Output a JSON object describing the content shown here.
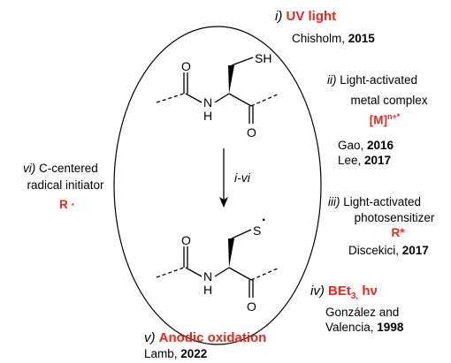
{
  "colors": {
    "highlight": "#e8261c",
    "ink": "#000000"
  },
  "structures": {
    "top": {
      "thiol_label": "SH",
      "amide_o_label": "O",
      "nh_label": "N",
      "nh_h_label": "H",
      "carbonyl_o_label": "O"
    },
    "bottom": {
      "radical_label": "S",
      "radical_dot": "·",
      "amide_o_label": "O",
      "nh_label": "N",
      "nh_h_label": "H",
      "carbonyl_o_label": "O"
    }
  },
  "arrow": {
    "label": "i-vi"
  },
  "methods": [
    {
      "id": "i",
      "numeral": "i)",
      "text": "",
      "highlight": "UV light",
      "citations": [
        "Chisholm, 2015"
      ]
    },
    {
      "id": "ii",
      "numeral": "ii)",
      "text": "Light-activated",
      "text2": "metal complex",
      "highlight": "[M]",
      "highlight_sup": "n+*",
      "citations": [
        "Gao, 2016",
        "Lee, 2017"
      ]
    },
    {
      "id": "iii",
      "numeral": "iii)",
      "text": "Light-activated",
      "text2": "photosensitizer",
      "highlight": "R*",
      "citations": [
        "Discekici, 2017"
      ]
    },
    {
      "id": "iv",
      "numeral": "iv)",
      "highlight": "BEt3, hν",
      "citations": [
        "González and",
        "Valencia, 1998"
      ]
    },
    {
      "id": "v",
      "numeral": "v)",
      "highlight": "Anodic oxidation",
      "citations": [
        "Lamb, 2022"
      ]
    },
    {
      "id": "vi",
      "numeral": "vi)",
      "text": "C-centered",
      "text2": "radical initiator",
      "highlight": "R ·",
      "citations": []
    }
  ]
}
